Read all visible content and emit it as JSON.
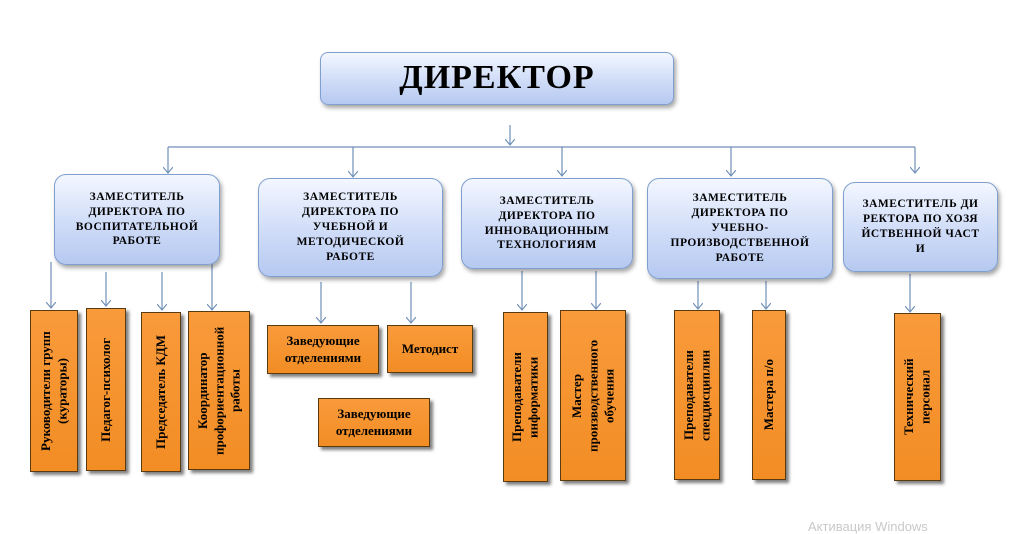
{
  "director": {
    "label": "ДИРЕКТОР"
  },
  "deputies": [
    {
      "label": "ЗАМЕСТИТЕЛЬ ДИРЕКТОРА ПО ВОСПИТАТЕЛЬНОЙ РАБОТЕ"
    },
    {
      "label": "ЗАМЕСТИТЕЛЬ ДИРЕКТОРА ПО УЧЕБНОЙ И МЕТОДИЧЕСКОЙ РАБОТЕ"
    },
    {
      "label": "ЗАМЕСТИТЕЛЬ ДИРЕКТОРА ПО ИННОВАЦИОННЫМ ТЕХНОЛОГИЯМ"
    },
    {
      "label": "ЗАМЕСТИТЕЛЬ ДИРЕКТОРА ПО УЧЕБНО-ПРОИЗВОДСТВЕННОЙ РАБОТЕ"
    },
    {
      "label": "ЗАМЕСТИТЕЛЬ ДИРЕКТОРА ПО ХОЗЯЙСТВЕННОЙ ЧАСТИ"
    }
  ],
  "staff": [
    {
      "label": "Руководители групп (кураторы)"
    },
    {
      "label": "Педагог-психолог"
    },
    {
      "label": "Председатель КДМ"
    },
    {
      "label": "Координатор профориентационной работы"
    },
    {
      "label": "Заведующие отделениями"
    },
    {
      "label": "Методист"
    },
    {
      "label": "Заведующие отделениями"
    },
    {
      "label": "Преподаватели информатики"
    },
    {
      "label": "Мастер производственного обучения"
    },
    {
      "label": "Преподаватели спецдисциплин"
    },
    {
      "label": "Мастера п/о"
    },
    {
      "label": "Технический персонал"
    }
  ],
  "watermark": "Активация Windows",
  "colors": {
    "deputy_fill": "#c6d6f5",
    "staff_fill": "#f7921e",
    "connector": "#6f8fb8"
  }
}
